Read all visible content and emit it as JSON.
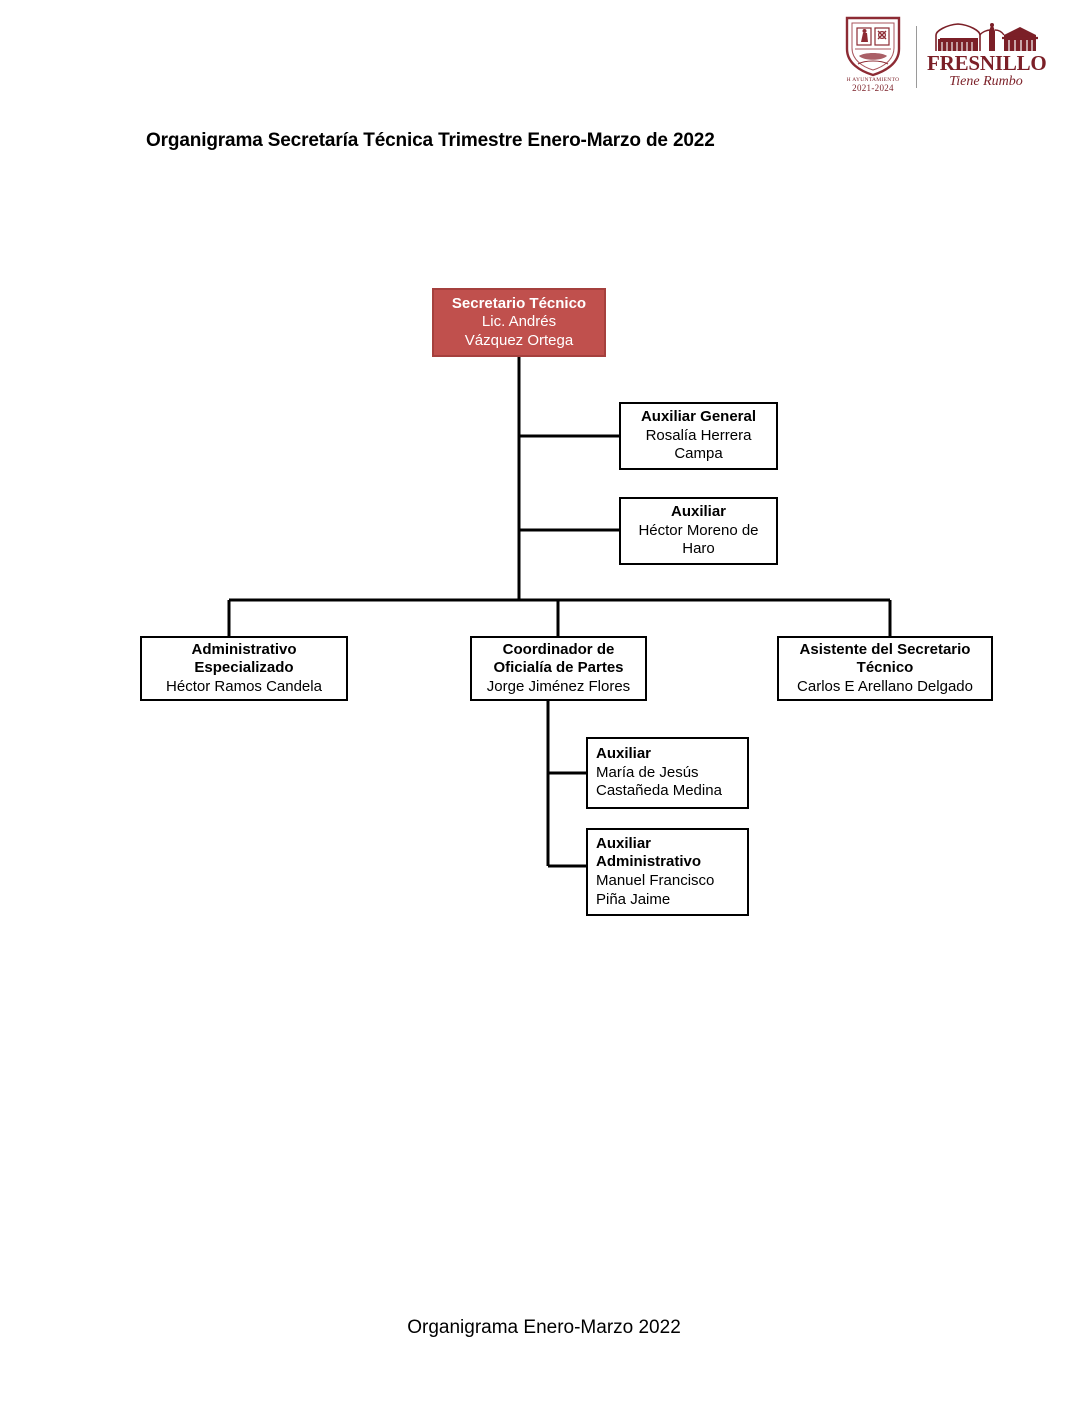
{
  "document": {
    "title": "Organigrama Secretaría Técnica Trimestre Enero-Marzo de 2022",
    "footer": "Organigrama Enero-Marzo 2022"
  },
  "logo": {
    "crest_line1": "H AYUNTAMIENTO",
    "crest_line2": "2021-2024",
    "wordmark": "FRESNILLO",
    "tagline": "Tiene Rumbo",
    "brand_color": "#7b1f27"
  },
  "colors": {
    "root_fill": "#C0504D",
    "root_text": "#ffffff",
    "box_border": "#000000",
    "connector": "#000000"
  },
  "chart_data": {
    "type": "org-chart",
    "title": "Organigrama Secretaría Técnica Trimestre Enero-Marzo de 2022",
    "nodes": [
      {
        "id": "root",
        "role": "Secretario Técnico",
        "person_line1": "Lic. Andrés",
        "person_line2": "Vázquez Ortega",
        "align": "center",
        "highlight": true
      },
      {
        "id": "aux-general",
        "role": "Auxiliar General",
        "person_line1": "Rosalía Herrera",
        "person_line2": "Campa",
        "align": "center",
        "highlight": false,
        "parent": "root"
      },
      {
        "id": "auxiliar-hector",
        "role": "Auxiliar",
        "person_line1": "Héctor Moreno de",
        "person_line2": "Haro",
        "align": "center",
        "highlight": false,
        "parent": "root"
      },
      {
        "id": "administrativo-especializado",
        "role_line1": "Administrativo",
        "role_line2": "Especializado",
        "person_line1": "Héctor Ramos Candela",
        "align": "center",
        "highlight": false,
        "parent": "root"
      },
      {
        "id": "coordinador-oficialia",
        "role_line1": "Coordinador de",
        "role_line2": "Oficialía de Partes",
        "person_line1": "Jorge Jiménez Flores",
        "align": "center",
        "highlight": false,
        "parent": "root"
      },
      {
        "id": "asistente-secretario",
        "role_line1": "Asistente del Secretario",
        "role_line2": "Técnico",
        "person_line1": "Carlos E Arellano Delgado",
        "align": "center",
        "highlight": false,
        "parent": "root"
      },
      {
        "id": "auxiliar-maria",
        "role": "Auxiliar",
        "person_line1": "María de Jesús",
        "person_line2": "Castañeda Medina",
        "align": "left",
        "highlight": false,
        "parent": "coordinador-oficialia"
      },
      {
        "id": "auxiliar-administrativo",
        "role_line1": "Auxiliar",
        "role_line2": "Administrativo",
        "person_line1": "Manuel Francisco",
        "person_line2": "Piña Jaime",
        "align": "left",
        "highlight": false,
        "parent": "coordinador-oficialia"
      }
    ]
  }
}
